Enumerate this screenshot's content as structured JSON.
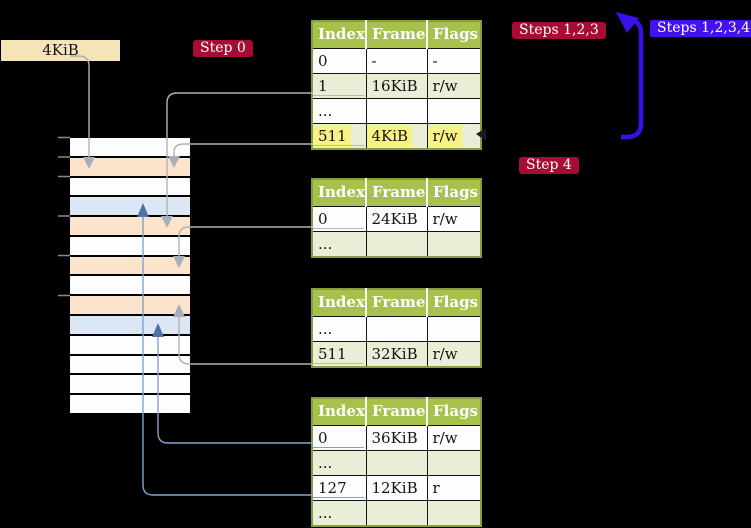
{
  "frame_size_label": "4KiB",
  "badges": {
    "step0": "Step 0",
    "steps123": "Steps 1,2,3",
    "steps1234": "Steps 1,2,3,4",
    "step4": "Step 4"
  },
  "tables": [
    {
      "headers": [
        "Index",
        "Frame",
        "Flags"
      ],
      "rows": [
        {
          "cells": [
            "0",
            "-",
            "-"
          ]
        },
        {
          "cells": [
            "1",
            "16KiB",
            "r/w"
          ]
        },
        {
          "cells": [
            "...",
            "",
            ""
          ]
        },
        {
          "cells": [
            "511",
            "4KiB",
            "r/w"
          ]
        }
      ]
    },
    {
      "headers": [
        "Index",
        "Frame",
        "Flags"
      ],
      "rows": [
        {
          "cells": [
            "0",
            "24KiB",
            "r/w"
          ]
        },
        {
          "cells": [
            "...",
            "",
            ""
          ]
        }
      ]
    },
    {
      "headers": [
        "Index",
        "Frame",
        "Flags"
      ],
      "rows": [
        {
          "cells": [
            "...",
            "",
            ""
          ]
        },
        {
          "cells": [
            "511",
            "32KiB",
            "r/w"
          ]
        }
      ]
    },
    {
      "headers": [
        "Index",
        "Frame",
        "Flags"
      ],
      "rows": [
        {
          "cells": [
            "0",
            "36KiB",
            "r/w"
          ]
        },
        {
          "cells": [
            "...",
            "",
            ""
          ]
        },
        {
          "cells": [
            "127",
            "12KiB",
            "r"
          ]
        },
        {
          "cells": [
            "...",
            "",
            ""
          ]
        }
      ]
    }
  ],
  "memory_strip": {
    "row_colors": [
      "white",
      "orange",
      "white",
      "blue",
      "orange",
      "white",
      "orange",
      "white",
      "orange",
      "blue",
      "white",
      "white",
      "white",
      "white"
    ]
  },
  "palette": {
    "background": "#000000",
    "frame_label_bg": "#f6e4b9",
    "badge_crimson": "#a60d34",
    "badge_indigo": "#4412f0",
    "table_header_green": "#a6c24c",
    "table_row_green": "#e9efd6",
    "table_border_olive": "#8a9d3c",
    "highlight_yellow": "#f8f186",
    "memory_orange": "#fce4cc",
    "memory_blue": "#dbe7f5",
    "arrow_gray": "#b1b1b1",
    "arrow_blue": "#4d72a9",
    "arrow_indigo": "#3c0eeb"
  }
}
